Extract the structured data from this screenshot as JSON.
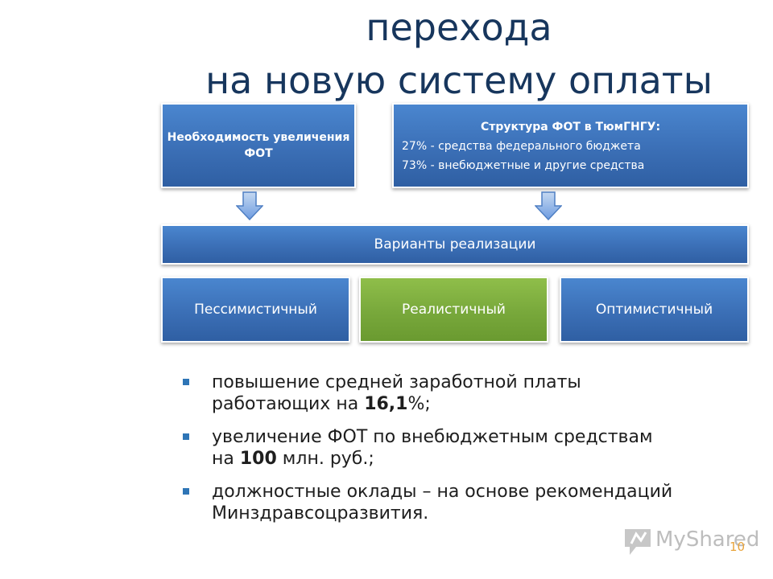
{
  "slide": {
    "title_line1": "перехода",
    "title_line2": "на новую систему оплаты",
    "need_box": {
      "text": "Необходимость увеличения ФОТ"
    },
    "structure_box": {
      "title": "Структура ФОТ в ТюмГНГУ:",
      "line1": "27% - средства федерального бюджета",
      "line2": "73% - внебюджетные и другие средства"
    },
    "variants_label": "Варианты реализации",
    "options": [
      {
        "label": "Пессимистичный"
      },
      {
        "label": "Реалистичный"
      },
      {
        "label": "Оптимистичный"
      }
    ],
    "bullets": [
      {
        "pre": "повышение средней заработной платы работающих на ",
        "bold": "16,1",
        "post": "%;"
      },
      {
        "pre": "увеличение ФОТ по внебюджетным средствам на ",
        "bold": "100",
        "post": " млн. руб.;"
      },
      {
        "pre": "должностные оклады – на основе рекомендаций Минздравсоцразвития.",
        "bold": "",
        "post": ""
      }
    ],
    "slide_number": "10",
    "watermark": "MyShared"
  },
  "colors": {
    "title": "#17365d",
    "box_blue": "#3b6fb6",
    "box_green": "#78a83b",
    "bullet": "#2e75b6",
    "slide_number": "#e8a33a"
  }
}
